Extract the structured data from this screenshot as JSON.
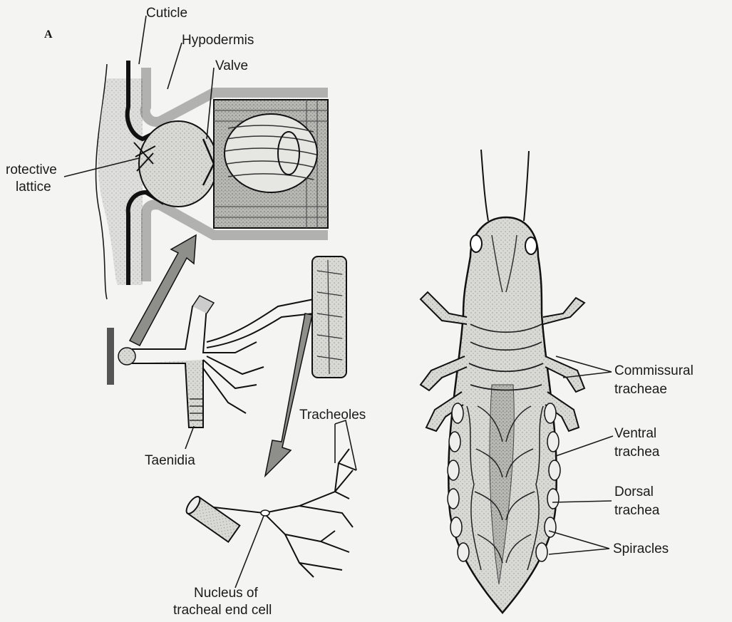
{
  "panel": {
    "letter": "A"
  },
  "labels": {
    "cuticle": "Cuticle",
    "hypodermis": "Hypodermis",
    "valve": "Valve",
    "protective_lattice_line1": "rotective",
    "protective_lattice_line2": "lattice",
    "taenidia": "Taenidia",
    "tracheoles": "Tracheoles",
    "nucleus_line1": "Nucleus of",
    "nucleus_line2": "tracheal end cell",
    "commissural_line1": "Commissural",
    "commissural_line2": "tracheae",
    "ventral_line1": "Ventral",
    "ventral_line2": "trachea",
    "dorsal_line1": "Dorsal",
    "dorsal_line2": "trachea",
    "spiracles": "Spiracles"
  }
}
